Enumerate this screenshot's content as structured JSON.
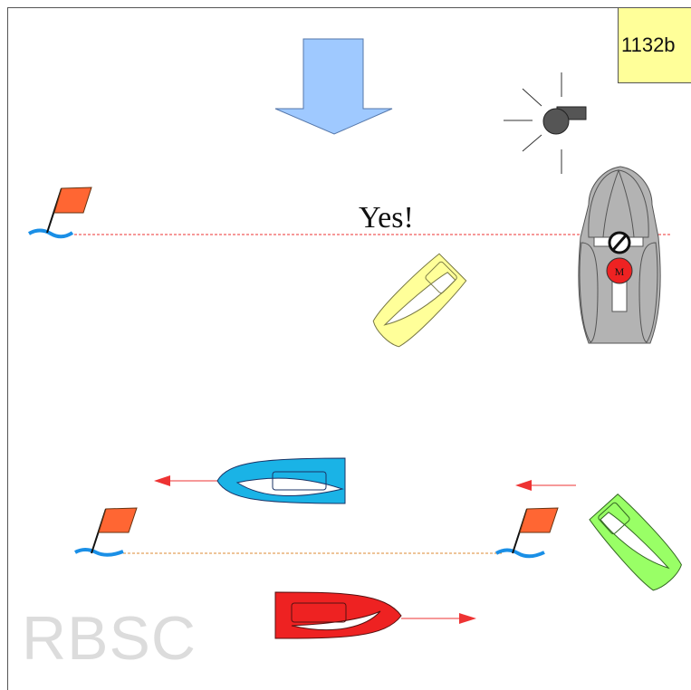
{
  "diagram": {
    "id_label": "1132b",
    "annotation": "Yes!",
    "watermark": "RBSC",
    "committee_boat_flag_letter": "M"
  },
  "colors": {
    "wind_arrow": "#9fc9ff",
    "yellow_boat": "#ffff99",
    "blue_boat": "#1ab3e6",
    "green_boat": "#99ff66",
    "red_boat": "#ee2222",
    "committee_boat": "#b3b3b3",
    "flag": "#ff6633",
    "water": "#1a8fe6",
    "course_arrow": "#ee3333",
    "line_red": "#ee3333",
    "line_orange": "#dd8833",
    "id_box": "#ffff99"
  },
  "icons": [
    "wind-arrow",
    "sound-signal-whistle-icon",
    "pin-flag-icon",
    "committee-boat",
    "no-entry-icon",
    "m-flag-icon"
  ]
}
